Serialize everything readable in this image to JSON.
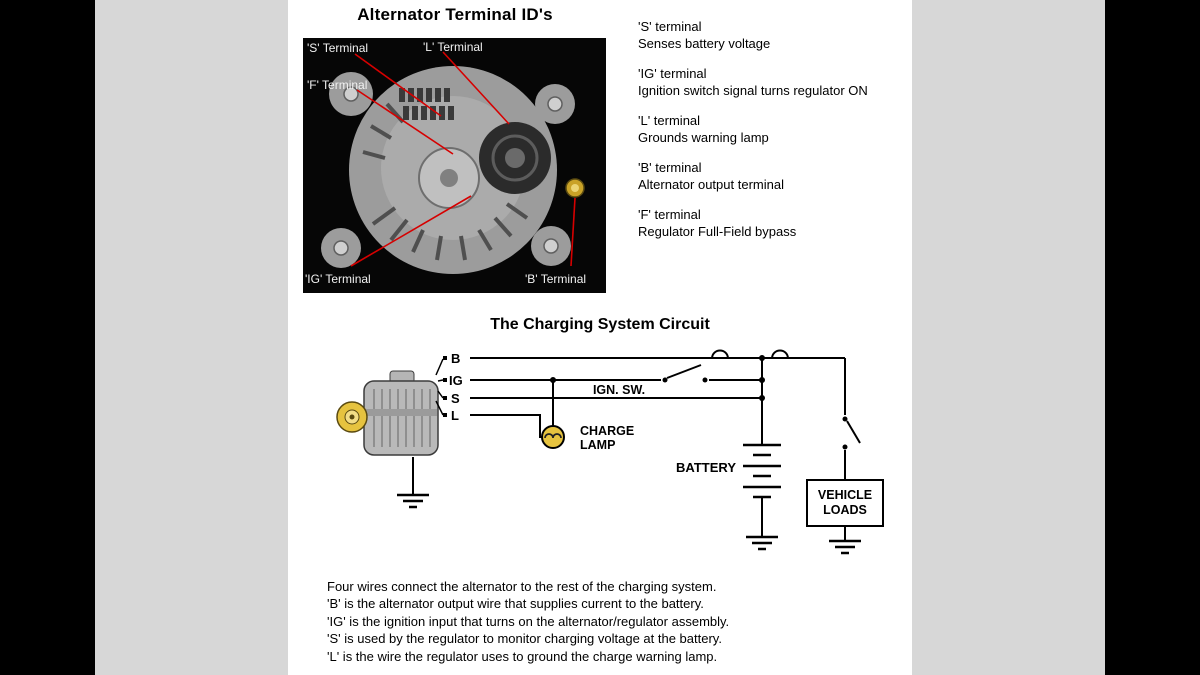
{
  "colors": {
    "annotation_red": "#d60000",
    "lamp_yellow": "#e6c33f",
    "photo_background": "#060606",
    "frame_gray": "#d7d7d7",
    "frame_black": "#000000"
  },
  "terminal_photo": {
    "title": "Alternator Terminal ID's",
    "labels": [
      {
        "text": "'S' Terminal"
      },
      {
        "text": "'L' Terminal"
      },
      {
        "text": "'F' Terminal"
      },
      {
        "text": "'IG' Terminal"
      },
      {
        "text": "'B' Terminal"
      }
    ]
  },
  "terminal_descriptions": [
    {
      "name": "'S' terminal",
      "desc": "Senses battery voltage"
    },
    {
      "name": "'IG' terminal",
      "desc": "Ignition switch signal turns regulator ON"
    },
    {
      "name": "'L' terminal",
      "desc": "Grounds warning lamp"
    },
    {
      "name": "'B' terminal",
      "desc": "Alternator output terminal"
    },
    {
      "name": "'F' terminal",
      "desc": "Regulator Full-Field bypass"
    }
  ],
  "circuit": {
    "title": "The Charging System Circuit",
    "wire_labels": [
      "B",
      "IG",
      "S",
      "L"
    ],
    "ignition_switch_label": "IGN. SW.",
    "charge_lamp_label_line1": "CHARGE",
    "charge_lamp_label_line2": "LAMP",
    "battery_label": "BATTERY",
    "vehicle_loads_line1": "VEHICLE",
    "vehicle_loads_line2": "LOADS"
  },
  "bottom_text": {
    "lines": [
      "Four wires connect the alternator to the rest of the charging system.",
      "'B' is the alternator output wire that supplies current to the battery.",
      "'IG' is the ignition input that turns on the alternator/regulator assembly.",
      "'S' is used by the regulator to monitor charging voltage at the battery.",
      "'L' is the wire the regulator uses to ground the charge warning lamp."
    ]
  }
}
